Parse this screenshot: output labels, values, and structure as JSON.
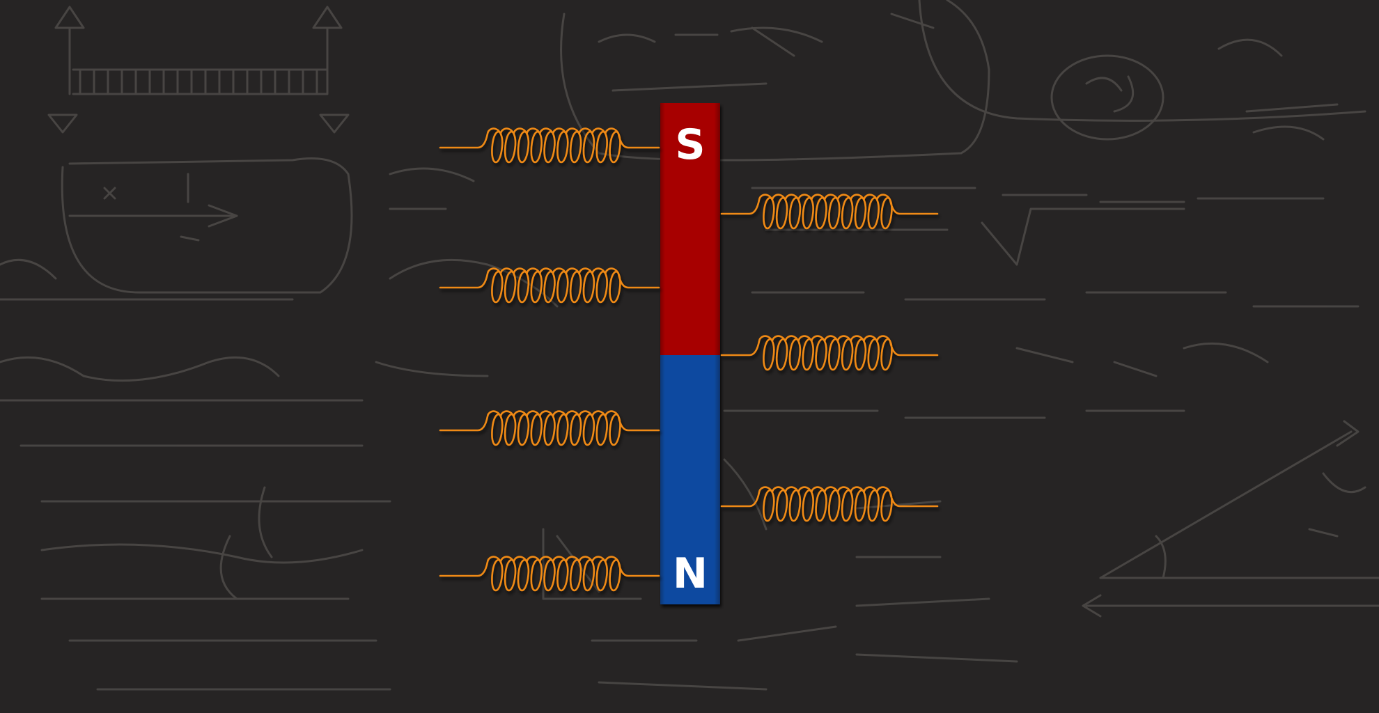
{
  "magnet": {
    "south_label": "S",
    "north_label": "N",
    "south_color": "#a70606",
    "north_color": "#0a4aa0",
    "label_color": "#ffffff"
  },
  "coil_color": "#f08a12",
  "background_color": "#262424",
  "chalk_color": "#bfbab0",
  "coil_turns": 10,
  "coils": [
    {
      "side": "left"
    },
    {
      "side": "left"
    },
    {
      "side": "left"
    },
    {
      "side": "left"
    },
    {
      "side": "right"
    },
    {
      "side": "right"
    },
    {
      "side": "right"
    }
  ]
}
